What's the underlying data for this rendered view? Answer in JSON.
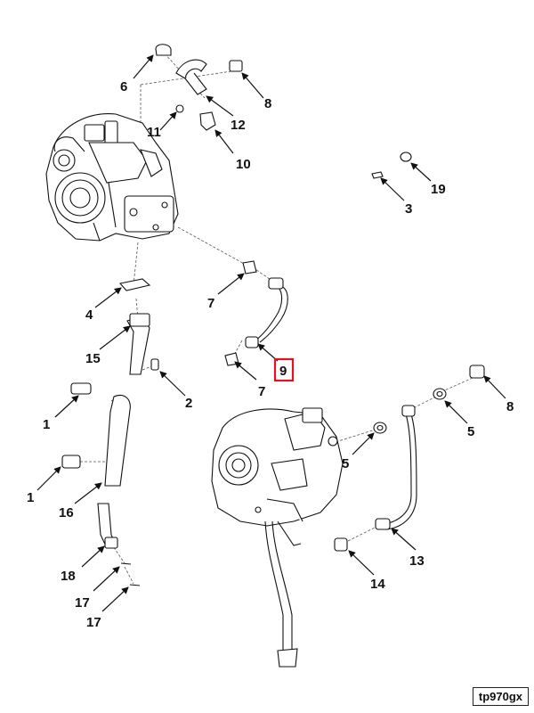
{
  "figure_code": "tp970gx",
  "highlight_color": "#e0141e",
  "callouts": {
    "c6": "6",
    "c8a": "8",
    "c11": "11",
    "c12": "12",
    "c10": "10",
    "c19": "19",
    "c3": "3",
    "c7a": "7",
    "c4": "4",
    "c15": "15",
    "c9": "9",
    "c7b": "7",
    "c2": "2",
    "c8b": "8",
    "c1a": "1",
    "c5a": "5",
    "c5b": "5",
    "c1b": "1",
    "c16": "16",
    "c13": "13",
    "c18": "18",
    "c14": "14",
    "c17a": "17",
    "c17b": "17"
  },
  "highlighted_callout": "9"
}
